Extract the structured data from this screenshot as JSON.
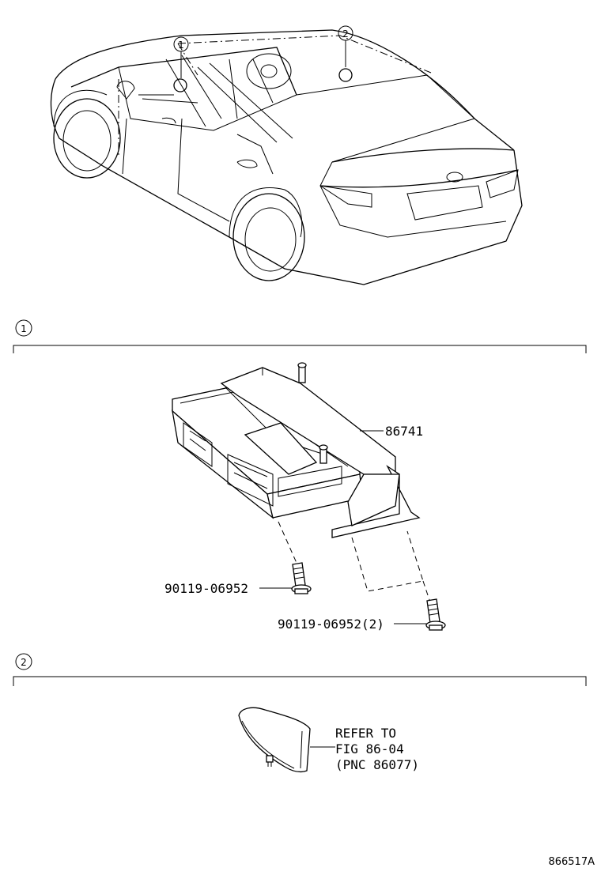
{
  "callouts": {
    "c1": "1",
    "c2": "2"
  },
  "section1": {
    "marker": "1",
    "parts": {
      "main": "86741",
      "bolt_a": "90119-06952",
      "bolt_b": "90119-06952(2)"
    }
  },
  "section2": {
    "marker": "2",
    "note_line1": "REFER TO",
    "note_line2": "FIG 86-04",
    "note_line3": "(PNC 86077)"
  },
  "figure_id": "866517A"
}
